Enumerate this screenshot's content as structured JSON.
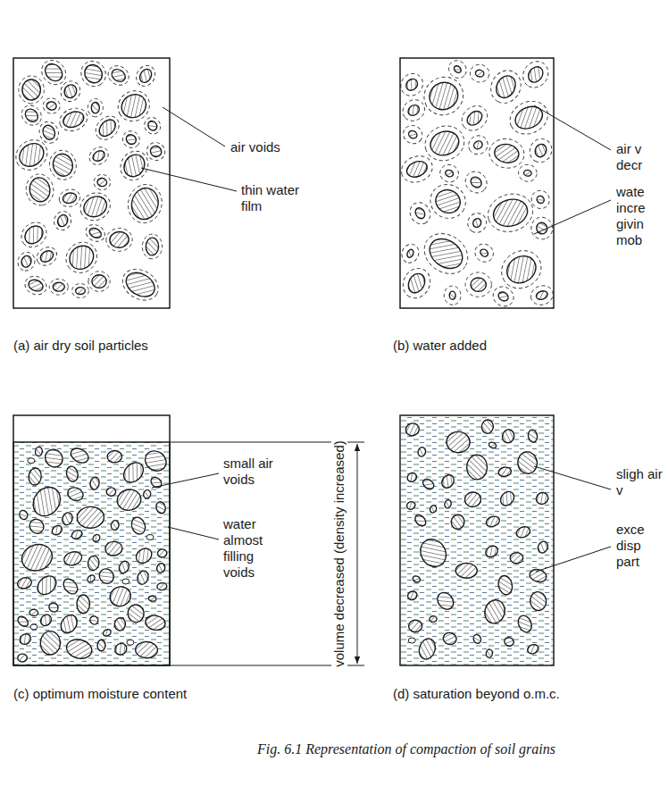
{
  "diagram": {
    "caption": "Fig. 6.1 Representation of compaction of soil grains",
    "labels": [
      "air voids",
      "thin water film",
      "air v decr",
      "wate incre givin mob",
      "(a) air dry soil particles",
      "(b) water added",
      "small air voids",
      "water almost filling voids",
      "volume decreased (density increased)",
      "sligh air v",
      "exce disp part",
      "(c) optimum moisture content",
      "(d) saturation beyond o.m.c."
    ]
  }
}
